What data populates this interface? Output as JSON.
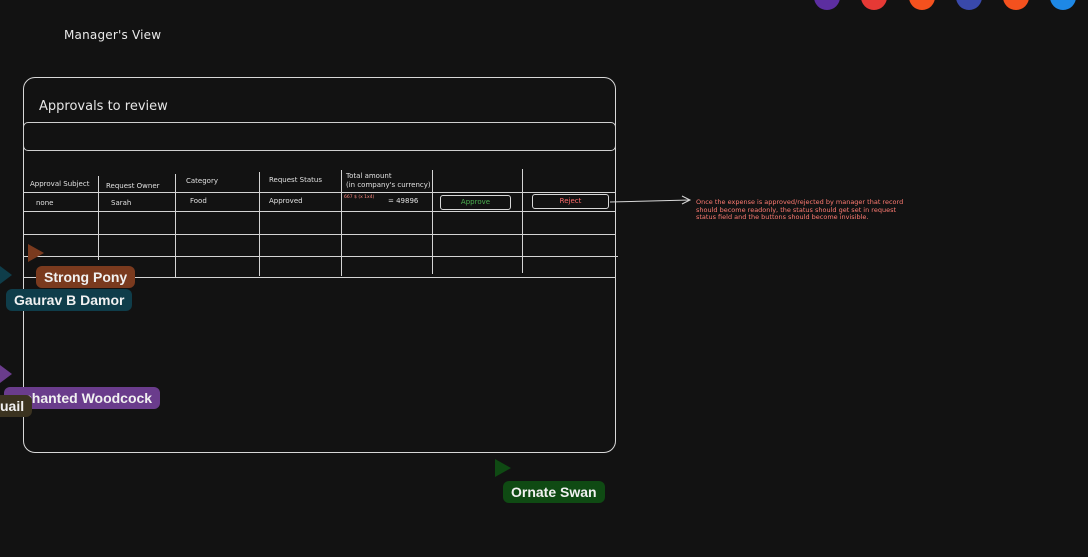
{
  "canvas": {
    "title": "Manager's View",
    "frame_title": "Approvals to review"
  },
  "table": {
    "headers": {
      "approval_subject": "Approval Subject",
      "request_owner": "Request Owner",
      "category": "Category",
      "request_status": "Request Status",
      "total_amount_line1": "Total amount",
      "total_amount_line2": "(in company's currency)"
    },
    "row": {
      "subject": "none",
      "owner": "Sarah",
      "category": "Food",
      "status": "Approved",
      "amount_detail": "667 $ (x 1x4)",
      "amount_total": "= 49896",
      "approve_label": "Approve",
      "reject_label": "Reject"
    }
  },
  "annotation": {
    "text": "Once the expense is approved/rejected by manager that record should become readonly, the status should get set in request status field and the buttons should become invisible."
  },
  "collaborators": [
    {
      "name": "Strong Pony",
      "color": "#7a3a1e"
    },
    {
      "name": "Gaurav B Damor",
      "color": "#0f3d4a"
    },
    {
      "name": "chanted Woodcock",
      "color": "#6a3c8c"
    },
    {
      "name": "uail",
      "color": "#3b3320"
    },
    {
      "name": "Ornate Swan",
      "color": "#0f4a13"
    }
  ],
  "avatar_colors": [
    "#5c2ea0",
    "#e53935",
    "#f4511e",
    "#3949ab",
    "#f4511e",
    "#1e88e5"
  ]
}
